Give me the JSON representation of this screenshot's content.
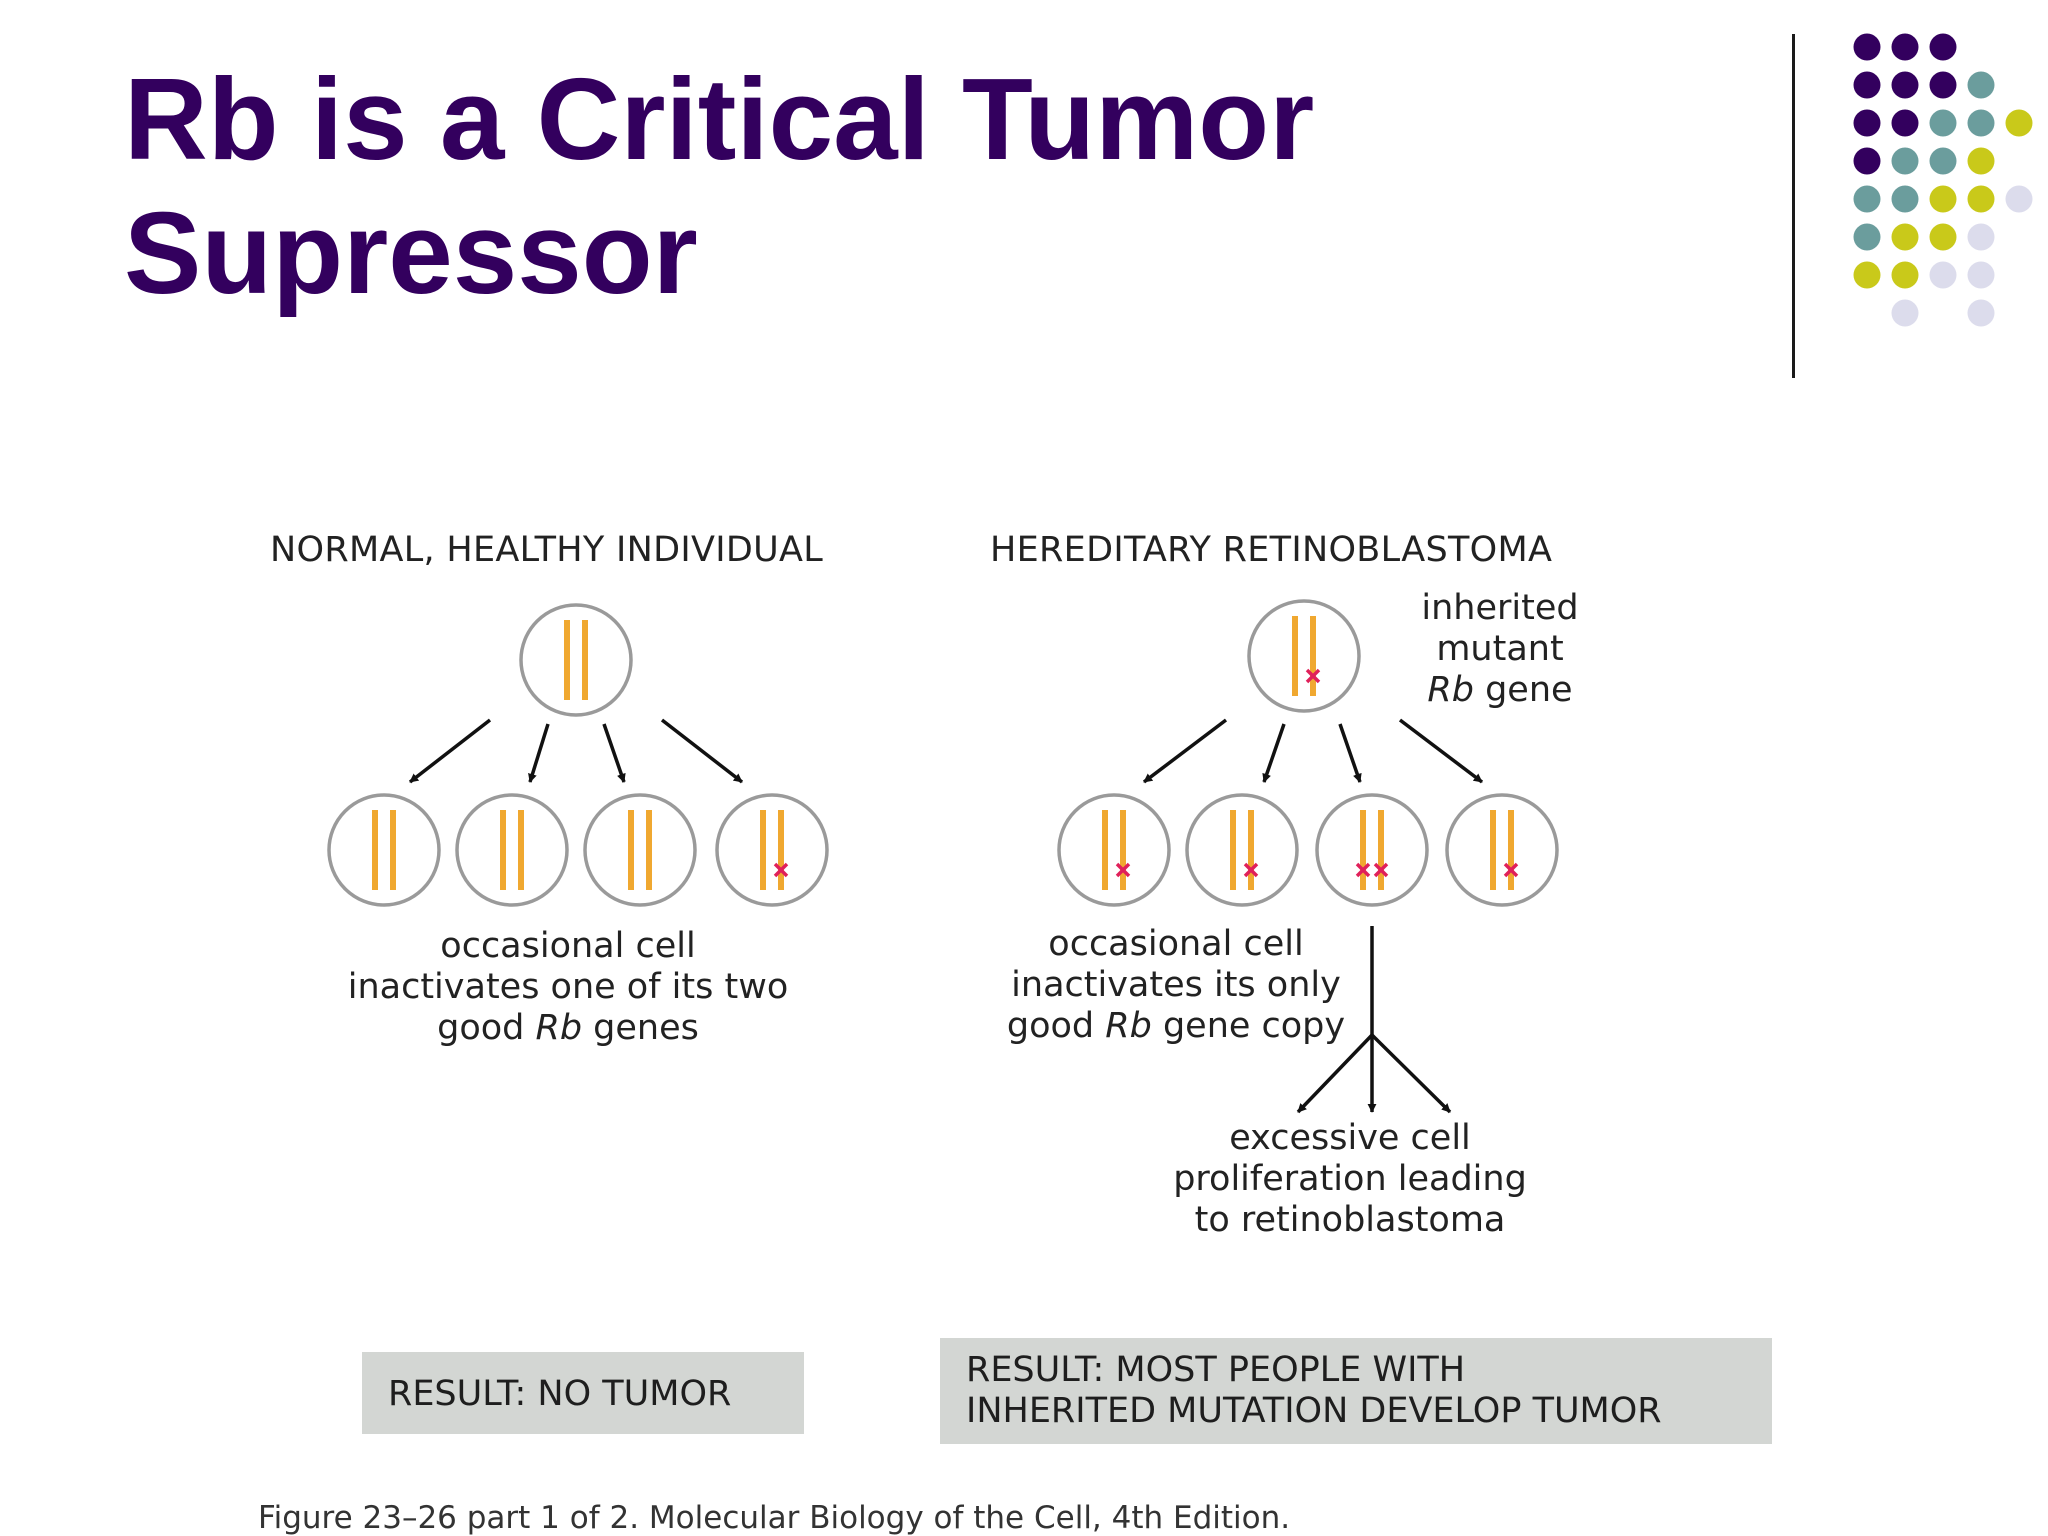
{
  "slide": {
    "title_line1": "Rb is a Critical Tumor",
    "title_line2": "Supressor"
  },
  "colors": {
    "title": "#33005e",
    "dot_purple": "#33005e",
    "dot_teal": "#6b9d9d",
    "dot_yellow": "#c9c91a",
    "dot_lavender": "#dcdcec",
    "chromosome": "#f0a830",
    "mutation": "#e0205a",
    "result_box": "#d3d6d3"
  },
  "diagram": {
    "left_panel": {
      "heading": "NORMAL, HEALTHY INDIVIDUAL",
      "caption_line1": "occasional cell",
      "caption_line2": "inactivates one of its two",
      "caption_line3_a": "good ",
      "caption_line3_italic": "Rb",
      "caption_line3_b": " genes",
      "result": "RESULT: NO TUMOR"
    },
    "right_panel": {
      "heading": "HEREDITARY RETINOBLASTOMA",
      "annotation_line1": "inherited",
      "annotation_line2": "mutant",
      "annotation_line3_italic": "Rb",
      "annotation_line3_b": " gene",
      "caption_line1": "occasional cell",
      "caption_line2": "inactivates its only",
      "caption_line3_a": "good ",
      "caption_line3_italic": "Rb",
      "caption_line3_b": " gene copy",
      "outcome_line1": "excessive cell",
      "outcome_line2": "proliferation leading",
      "outcome_line3": "to retinoblastoma",
      "result_line1": "RESULT: MOST PEOPLE WITH",
      "result_line2": "INHERITED MUTATION DEVELOP TUMOR"
    }
  },
  "figure_caption": "Figure 23–26 part 1 of 2. Molecular Biology of the Cell, 4th Edition."
}
